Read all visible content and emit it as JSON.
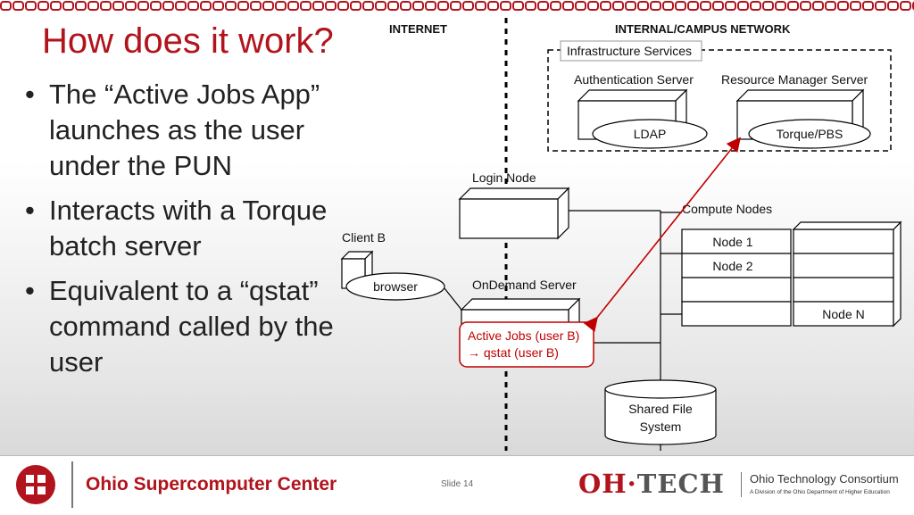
{
  "slide": {
    "title": "How does it work?",
    "bullets": [
      "The “Active Jobs App” launches as the user under the PUN",
      "Interacts with a Torque batch server",
      "Equivalent to a “qstat” command called by the user"
    ]
  },
  "diagram": {
    "internet_label": "INTERNET",
    "campus_label": "INTERNAL/CAMPUS NETWORK",
    "infra_label": "Infrastructure Services",
    "auth_server_label": "Authentication Server",
    "rm_server_label": "Resource Manager Server",
    "ldap_label": "LDAP",
    "torque_label": "Torque/PBS",
    "login_node_label": "Login Node",
    "compute_nodes_label": "Compute Nodes",
    "client_b_label": "Client B",
    "browser_label": "browser",
    "ondemand_label": "OnDemand Server",
    "active_jobs_line1": "Active Jobs (user B)",
    "active_jobs_line2": "→  qstat (user B)",
    "node1_label": "Node 1",
    "node2_label": "Node 2",
    "nodeN_label": "Node N",
    "shared_fs_line1": "Shared File",
    "shared_fs_line2": "System",
    "accent_red": "#c00000"
  },
  "footer": {
    "osc_name": "Ohio Supercomputer Center",
    "slide_num": "Slide 14",
    "ohtech_oh": "OH",
    "ohtech_dot": "·",
    "ohtech_tech": "TECH",
    "otc_name": "Ohio Technology Consortium",
    "otc_sub": "A Division of the Ohio Department of Higher Education"
  }
}
